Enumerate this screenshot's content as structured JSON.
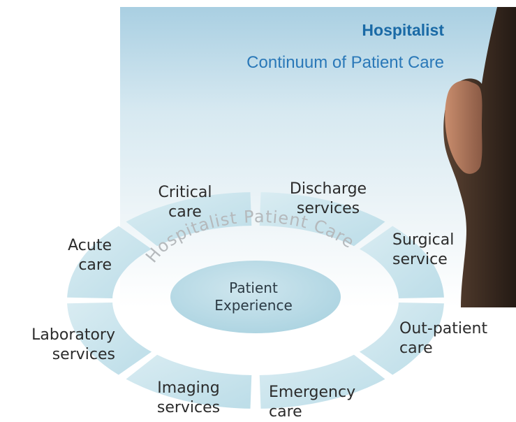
{
  "header": {
    "title": "Hospitalist",
    "subtitle": "Continuum of Patient Care"
  },
  "ring": {
    "arc_label": "Hospitalist Patient Care",
    "center_label_line1": "Patient",
    "center_label_line2": "Experience",
    "segments": [
      {
        "line1": "Critical",
        "line2": "care"
      },
      {
        "line1": "Discharge",
        "line2": "services"
      },
      {
        "line1": "Surgical",
        "line2": "service"
      },
      {
        "line1": "Out-patient",
        "line2": "care"
      },
      {
        "line1": "Emergency",
        "line2": "care"
      },
      {
        "line1": "Imaging",
        "line2": "services"
      },
      {
        "line1": "Laboratory",
        "line2": "services"
      },
      {
        "line1": "Acute",
        "line2": "care"
      }
    ]
  },
  "colors": {
    "title": "#1a6aa6",
    "subtitle": "#2a78b8",
    "ring_fill": "#cfe6ee",
    "center_fill": "#bcdde8",
    "arc_text": "#b5b9bc",
    "label_text": "#2b2b2b"
  }
}
